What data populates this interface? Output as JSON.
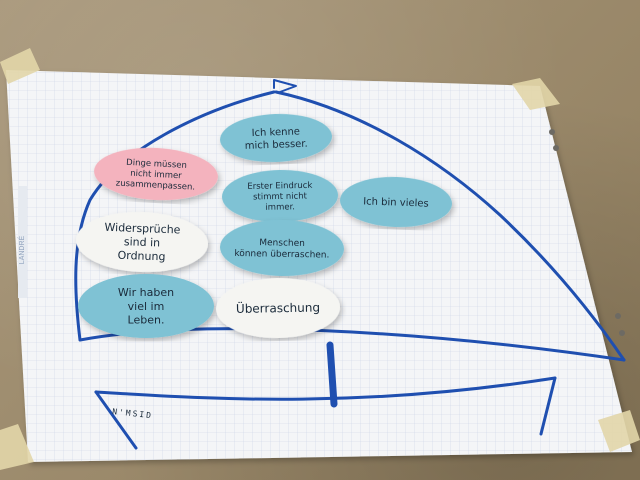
{
  "poster": {
    "brand_strip": "LANDRÉ",
    "stickers": [
      {
        "id": "s1",
        "lines": [
          "Ich kenne",
          "mich besser."
        ],
        "color": "#7fc2d4"
      },
      {
        "id": "s2",
        "lines": [
          "Dinge müssen",
          "nicht immer",
          "zusammenpassen."
        ],
        "color": "#f4b3be"
      },
      {
        "id": "s3",
        "lines": [
          "Erster Eindruck",
          "stimmt nicht",
          "immer."
        ],
        "color": "#7fc2d4"
      },
      {
        "id": "s4",
        "lines": [
          "Ich bin vieles"
        ],
        "color": "#7fc2d4"
      },
      {
        "id": "s5",
        "lines": [
          "Widersprüche",
          "sind in",
          "Ordnung"
        ],
        "color": "#f5f5f2"
      },
      {
        "id": "s6",
        "lines": [
          "Menschen",
          "können überraschen."
        ],
        "color": "#7fc2d4"
      },
      {
        "id": "s7",
        "lines": [
          "Wir haben",
          "viel im",
          "Leben."
        ],
        "color": "#7fc2d4"
      },
      {
        "id": "s8",
        "lines": [
          "Überraschung"
        ],
        "color": "#f5f5f2"
      }
    ],
    "boat_label": "N'MSID"
  },
  "colors": {
    "marker": "#1f4fb0",
    "paper": "#f4f5f7",
    "grid": "#c9d3e6",
    "tape": "#e2d6a8"
  }
}
